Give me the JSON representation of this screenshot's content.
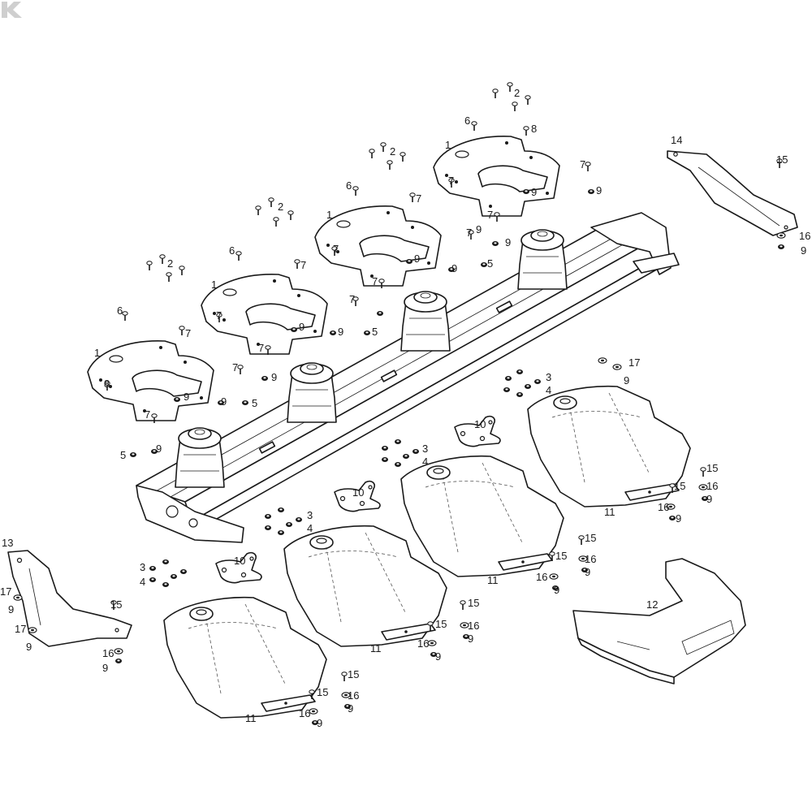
{
  "parts": {
    "disc_cover_plate": "1",
    "bolt_a": "2",
    "bolt_b": "3",
    "nut_a": "4",
    "nut_b": "5",
    "bolt_c": "6",
    "bolt_d": "7",
    "washer_a": "8",
    "lock_nut": "9",
    "bracket": "10",
    "skid_shield": "11",
    "side_shield": "12",
    "side_skid_left": "13",
    "side_skid_right": "14",
    "bolt_e": "15",
    "washer_b": "16",
    "washer_c": "17"
  },
  "colors": {
    "line": "#1a1a1a",
    "background": "#ffffff",
    "logo": "#cfcfcf"
  },
  "logo_icon": "kramp-k-logo"
}
